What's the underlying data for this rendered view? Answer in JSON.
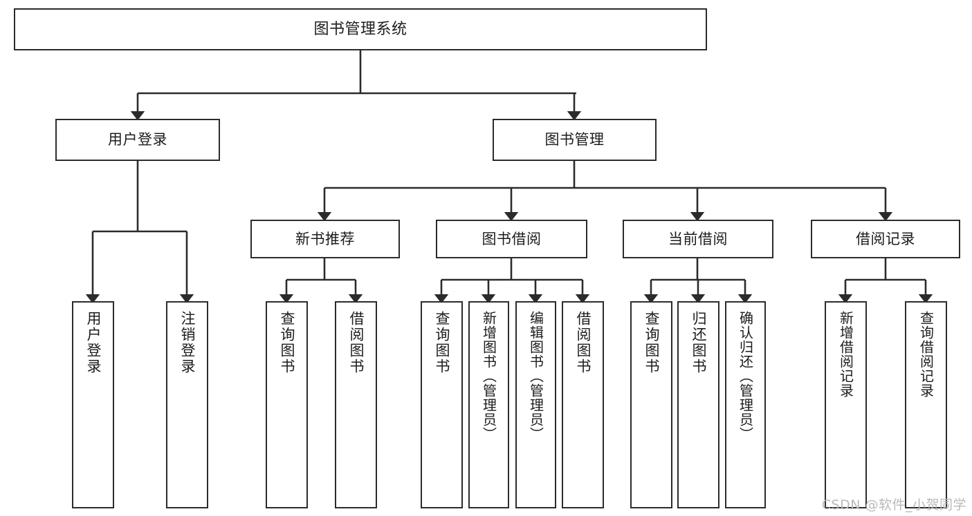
{
  "diagram": {
    "title": "图书管理系统",
    "type": "tree-hierarchy-diagram",
    "watermark": "CSDN @软件_小贺同学",
    "colors": {
      "box_border": "#2b2b2b",
      "box_fill": "#ffffff",
      "connector": "#2b2b2b",
      "text": "#1c1c1c",
      "watermark": "#b9b9b9",
      "background": "#ffffff"
    },
    "levels": {
      "root": {
        "label": "图书管理系统"
      },
      "level2": [
        {
          "id": "user-login",
          "label": "用户登录"
        },
        {
          "id": "book-management",
          "label": "图书管理"
        }
      ],
      "level3": [
        {
          "id": "new-book-recommend",
          "label": "新书推荐",
          "parent": "book-management"
        },
        {
          "id": "book-borrow",
          "label": "图书借阅",
          "parent": "book-management"
        },
        {
          "id": "current-borrow",
          "label": "当前借阅",
          "parent": "book-management"
        },
        {
          "id": "borrow-record",
          "label": "借阅记录",
          "parent": "book-management"
        }
      ],
      "leaves": [
        {
          "id": "leaf-user-login",
          "label": "用户登录",
          "parent": "user-login"
        },
        {
          "id": "leaf-logout-login",
          "label": "注销登录",
          "parent": "user-login"
        },
        {
          "id": "leaf-query-book-1",
          "label": "查询图书",
          "parent": "new-book-recommend"
        },
        {
          "id": "leaf-borrow-book-1",
          "label": "借阅图书",
          "parent": "new-book-recommend"
        },
        {
          "id": "leaf-query-book-2",
          "label": "查询图书",
          "parent": "book-borrow"
        },
        {
          "id": "leaf-add-book-admin",
          "label": "新增图书（管理员）",
          "parent": "book-borrow"
        },
        {
          "id": "leaf-edit-book-admin",
          "label": "编辑图书（管理员）",
          "parent": "book-borrow"
        },
        {
          "id": "leaf-borrow-book-2",
          "label": "借阅图书",
          "parent": "book-borrow"
        },
        {
          "id": "leaf-query-book-3",
          "label": "查询图书",
          "parent": "current-borrow"
        },
        {
          "id": "leaf-return-book",
          "label": "归还图书",
          "parent": "current-borrow"
        },
        {
          "id": "leaf-confirm-return-admin",
          "label": "确认归还（管理员）",
          "parent": "current-borrow"
        },
        {
          "id": "leaf-add-borrow-record",
          "label": "新增借阅记录",
          "parent": "borrow-record"
        },
        {
          "id": "leaf-query-borrow-record",
          "label": "查询借阅记录",
          "parent": "borrow-record"
        }
      ]
    }
  }
}
